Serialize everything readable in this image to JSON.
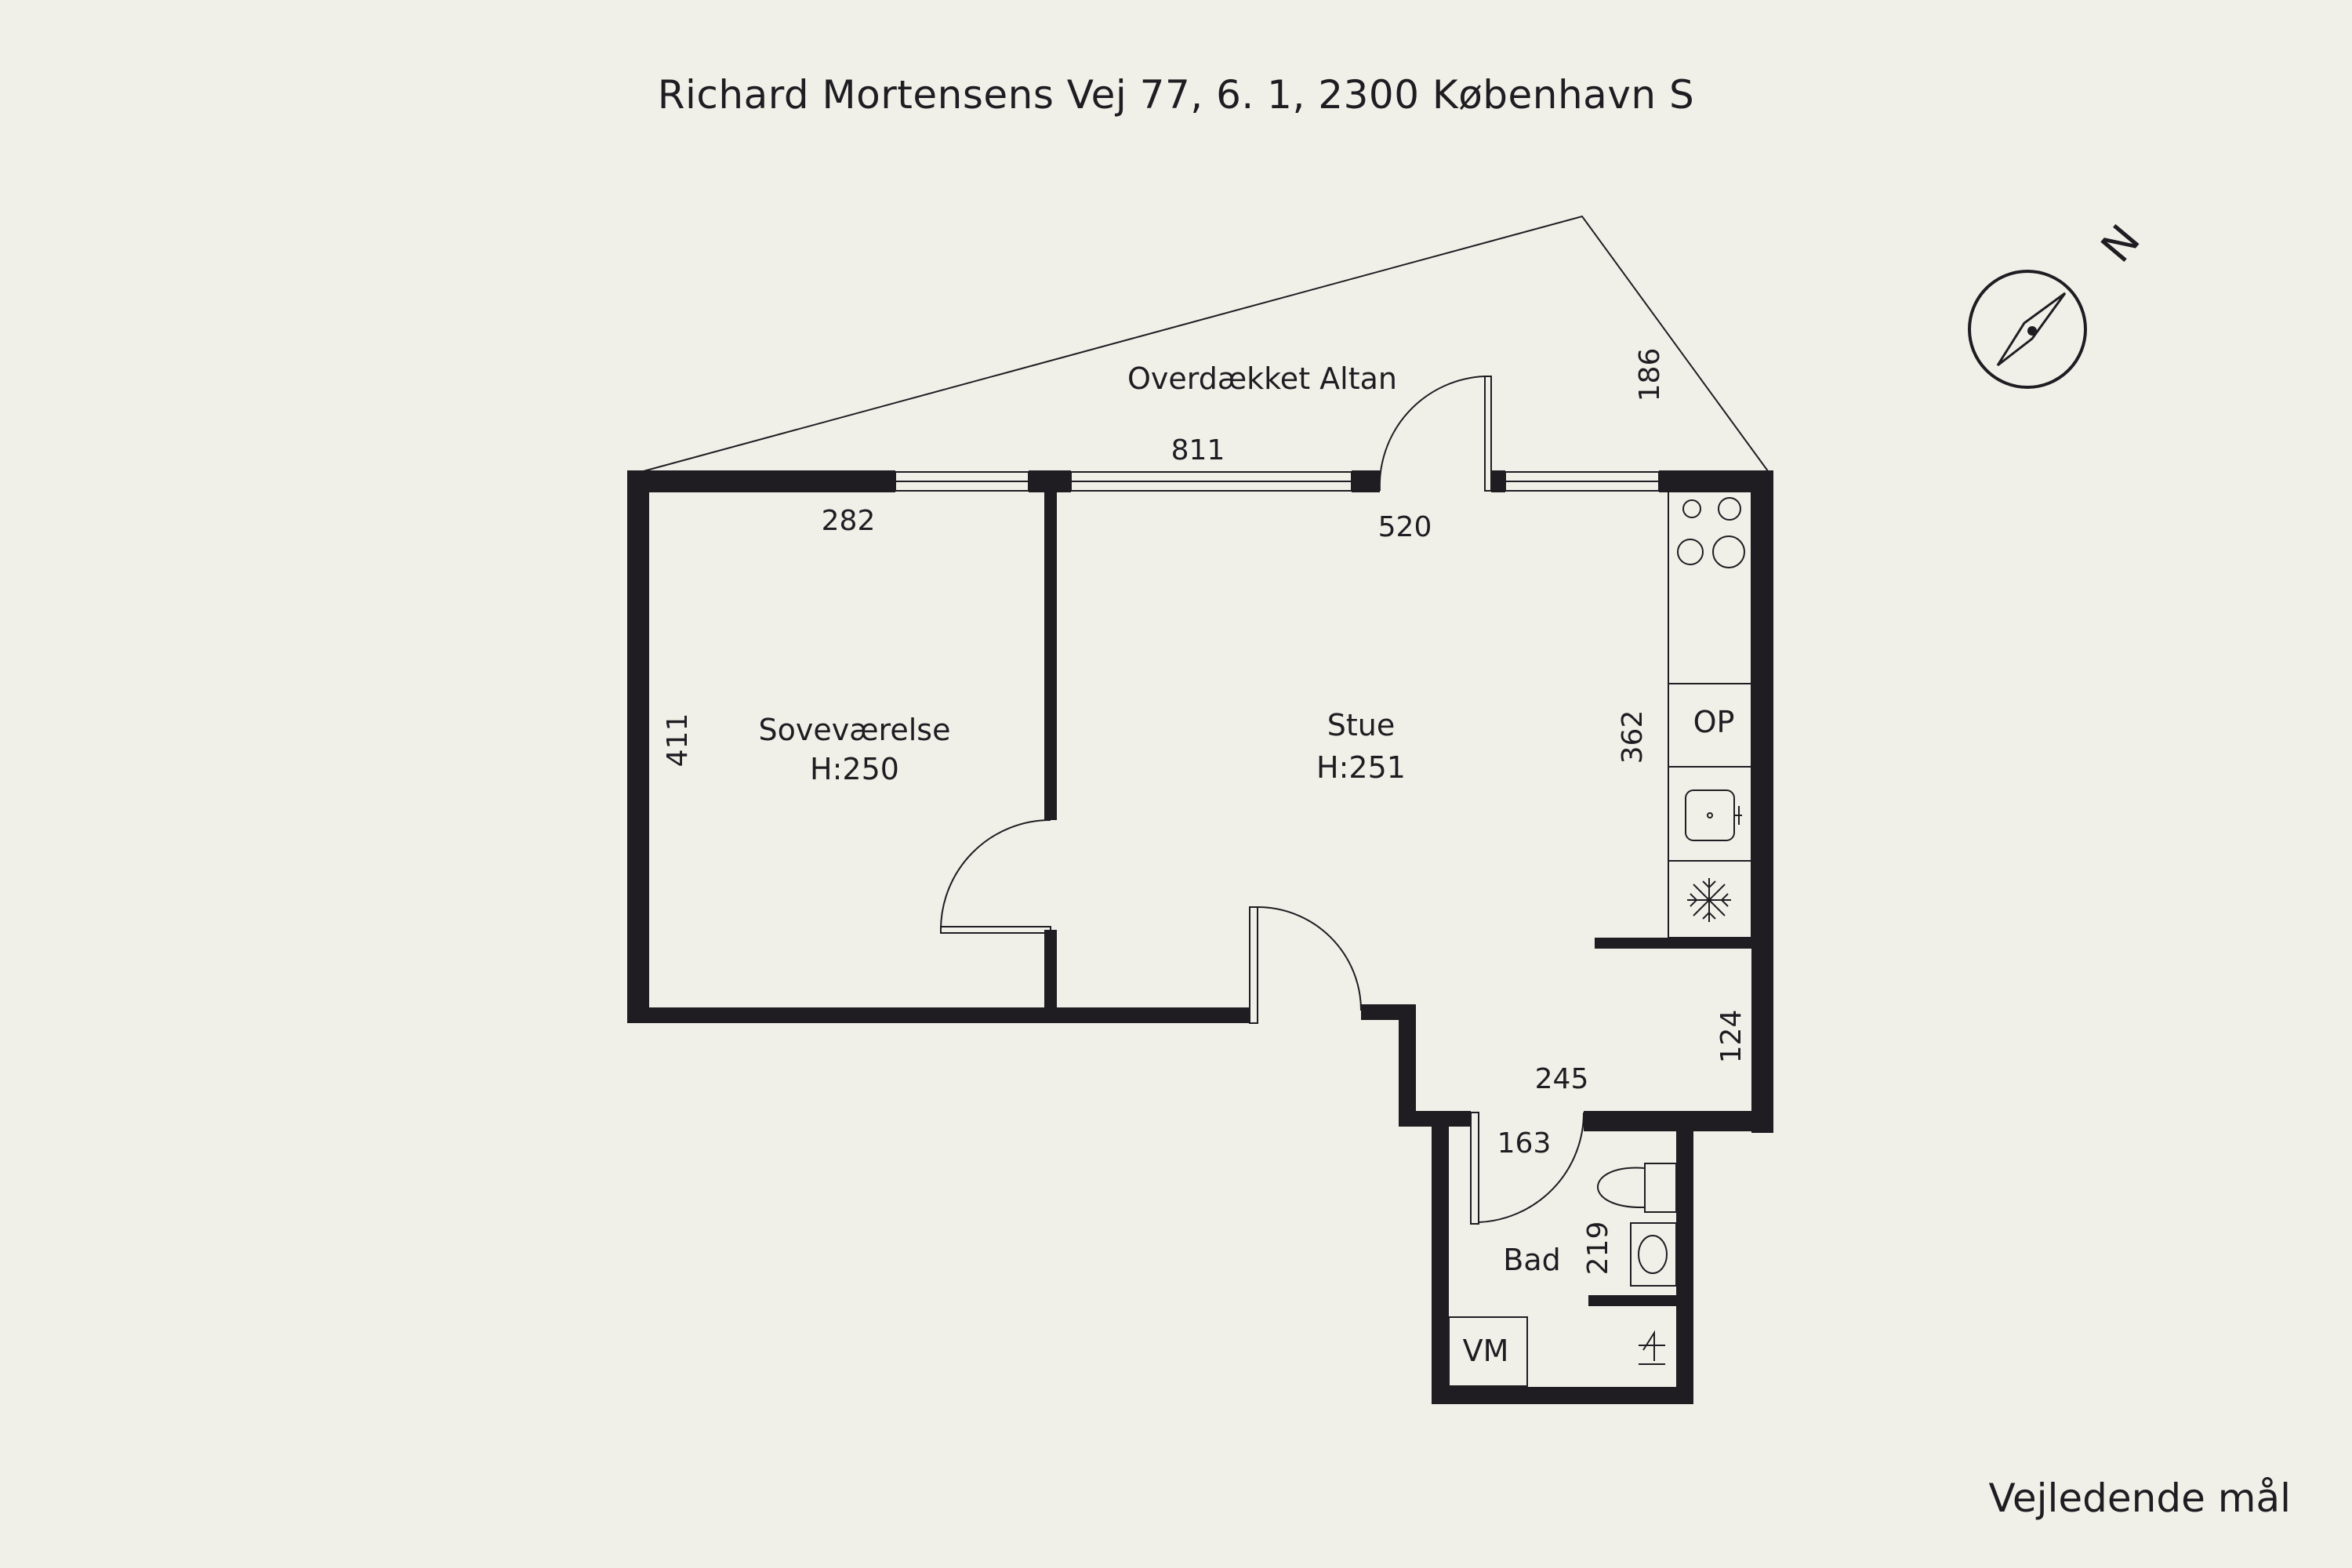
{
  "header": {
    "address": "Richard Mortensens Vej 77, 6. 1, 2300 København S"
  },
  "footer": {
    "note": "Vejledende mål"
  },
  "compass": {
    "north_label": "N"
  },
  "rooms": {
    "balcony": {
      "name": "Overdækket Altan"
    },
    "bedroom": {
      "name": "Soveværelse",
      "height": "H:250"
    },
    "living": {
      "name": "Stue",
      "height": "H:251"
    },
    "bath": {
      "name": "Bad"
    }
  },
  "dimensions": {
    "balcony_length": "811",
    "balcony_depth": "186",
    "bedroom_width": "282",
    "bedroom_depth": "411",
    "living_width": "520",
    "living_depth": "362",
    "hall_depth": "124",
    "hall_width": "245",
    "bath_width": "163",
    "bath_depth": "219"
  },
  "fixtures": {
    "oven": "OP",
    "washer": "VM"
  },
  "colors": {
    "background": "#f1f0e8",
    "wall": "#1f1d22",
    "line": "#1f1d22"
  }
}
